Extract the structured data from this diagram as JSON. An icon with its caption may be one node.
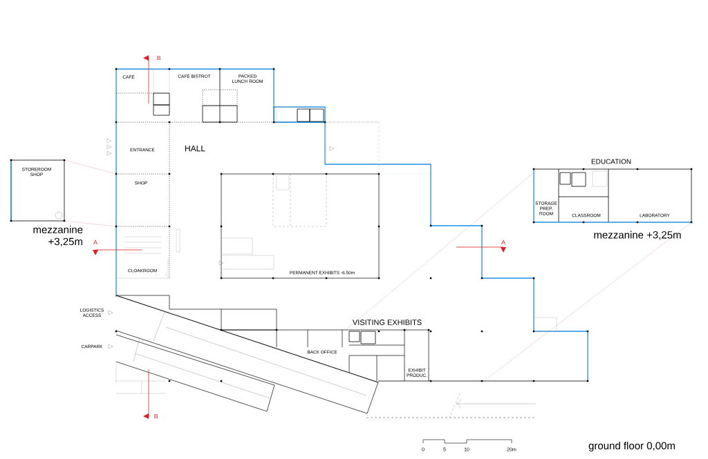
{
  "diagram": {
    "labels": [
      "B",
      "CAFÉ",
      "CAFÉ BISTROT",
      "PACKED LUNCH ROOM",
      "ENTRANCE",
      "HALL",
      "EDUCATION",
      "STOREROOM SHOP",
      "SHOP",
      "STORAGE PREP. ROOM",
      "CLASSROOM",
      "LABORATORY",
      "mezzanine +3,25m",
      "mezzanine +3,25m",
      "A",
      "A",
      "CLOAKROOM",
      "PERMANENT EXHIBITS -6.50m",
      "LOGISTICS ACCESS",
      "VISITING EXHIBITS",
      "CARPARK",
      "BACK OFFICE",
      "EXHIBIT PRODUC.",
      "B",
      "0",
      "5",
      "10",
      "20m",
      "ground floor 0,00m"
    ]
  }
}
